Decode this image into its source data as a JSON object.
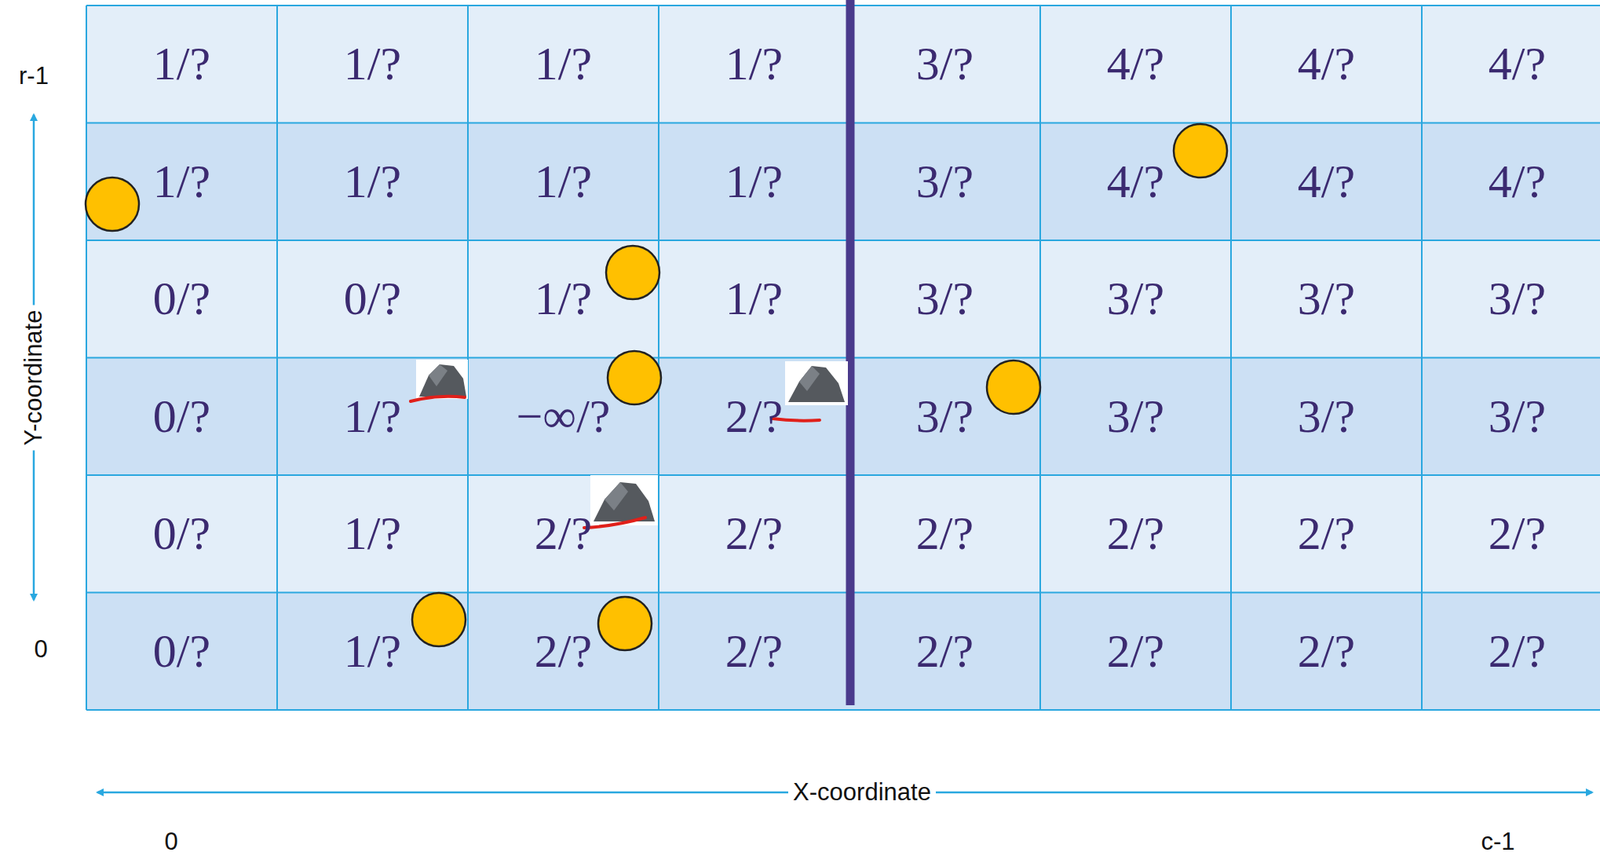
{
  "diagram": {
    "labels": [
      "1/?",
      "1/?",
      "1/?",
      "1/?",
      "3/?",
      "4/?",
      "4/?",
      "4/?",
      "1/?",
      "1/?",
      "1/?",
      "1/?",
      "3/?",
      "4/?",
      "4/?",
      "4/?",
      "0/?",
      "0/?",
      "1/?",
      "1/?",
      "3/?",
      "3/?",
      "3/?",
      "3/?",
      "0/?",
      "1/?",
      "−∞/?",
      "2/?",
      "3/?",
      "3/?",
      "3/?",
      "3/?",
      "0/?",
      "1/?",
      "2/?",
      "2/?",
      "2/?",
      "2/?",
      "2/?",
      "2/?",
      "0/?",
      "1/?",
      "2/?",
      "2/?",
      "2/?",
      "2/?",
      "2/?",
      "2/?",
      "r-1",
      "0",
      "Y-coordinate",
      "X-coordinate",
      "0",
      "c-1"
    ]
  }
}
